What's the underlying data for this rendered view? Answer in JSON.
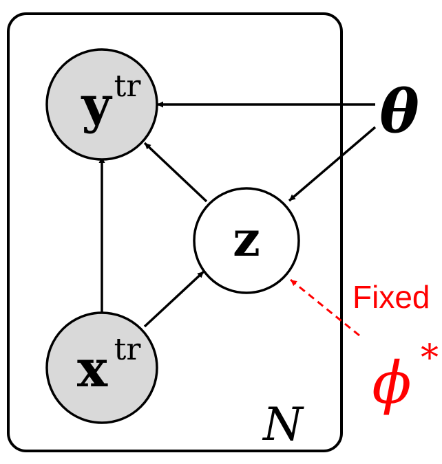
{
  "plate": {
    "label": "N"
  },
  "nodes": {
    "y": {
      "base": "y",
      "sup": "tr",
      "observed": true
    },
    "x": {
      "base": "x",
      "sup": "tr",
      "observed": true
    },
    "z": {
      "base": "z",
      "observed": false
    },
    "theta": {
      "label": "θ"
    },
    "phi": {
      "base": "ϕ",
      "sup": "*"
    }
  },
  "annotations": {
    "fixed": "Fixed"
  },
  "colors": {
    "observed_fill": "#d9d9d9",
    "latent_fill": "#ffffff",
    "stroke": "#000000",
    "highlight": "#ff0000"
  }
}
